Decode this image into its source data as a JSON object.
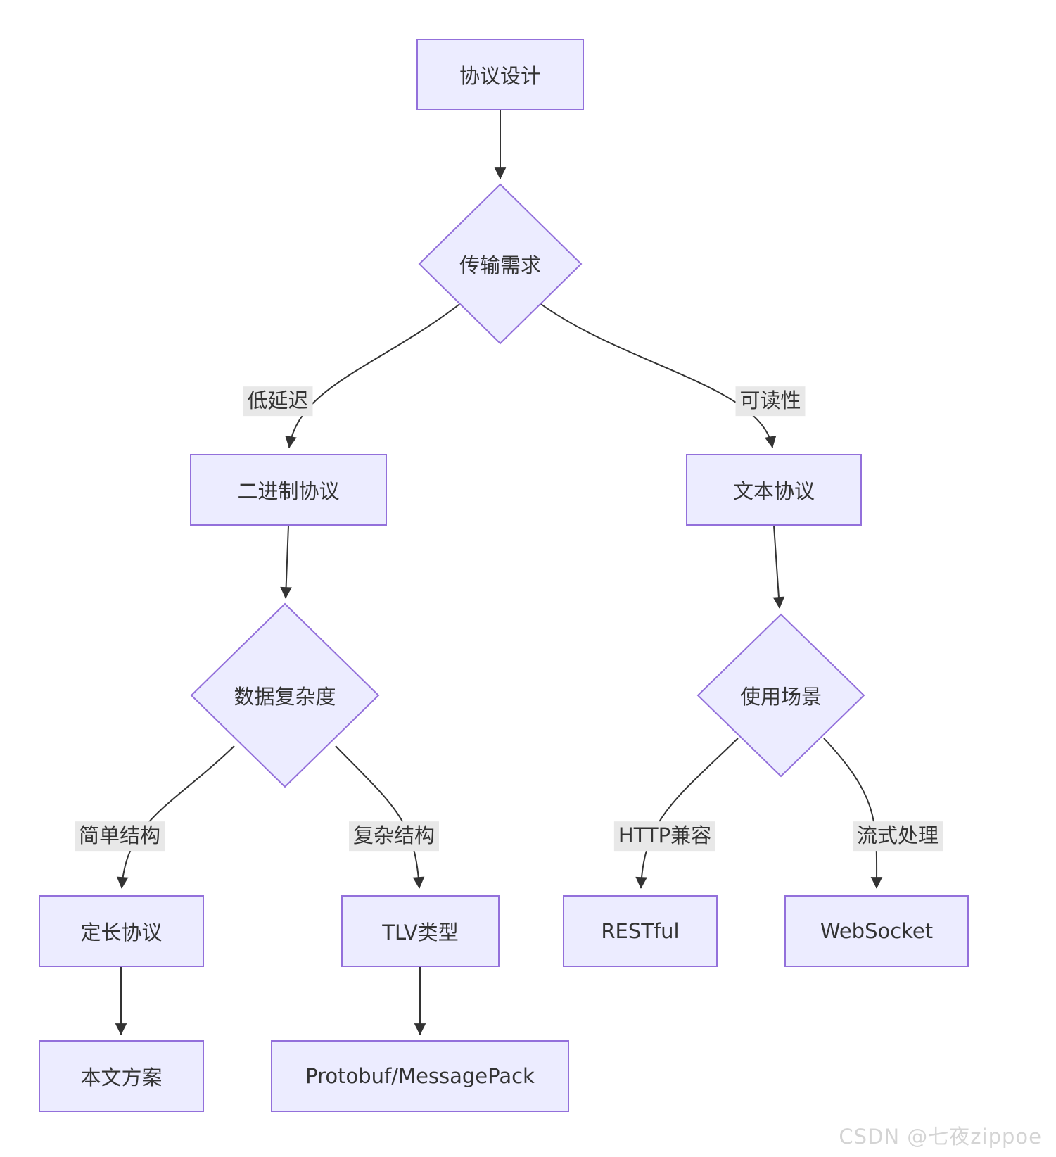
{
  "diagram": {
    "type": "flowchart",
    "colors": {
      "node_fill": "#ECECFF",
      "node_border": "#9370DB",
      "edge_line": "#333333",
      "edge_label_bg": "#e8e8e8",
      "text": "#333333",
      "watermark": "#d4d4d4"
    },
    "nodes": {
      "protocol_design": {
        "label": "协议设计",
        "shape": "rect"
      },
      "transport_demand": {
        "label": "传输需求",
        "shape": "diamond"
      },
      "binary_protocol": {
        "label": "二进制协议",
        "shape": "rect"
      },
      "text_protocol": {
        "label": "文本协议",
        "shape": "rect"
      },
      "data_complexity": {
        "label": "数据复杂度",
        "shape": "diamond"
      },
      "usage_scenario": {
        "label": "使用场景",
        "shape": "diamond"
      },
      "fixed_length": {
        "label": "定长协议",
        "shape": "rect"
      },
      "tlv_type": {
        "label": "TLV类型",
        "shape": "rect"
      },
      "restful": {
        "label": "RESTful",
        "shape": "rect"
      },
      "websocket": {
        "label": "WebSocket",
        "shape": "rect"
      },
      "this_paper": {
        "label": "本文方案",
        "shape": "rect"
      },
      "protobuf": {
        "label": "Protobuf/MessagePack",
        "shape": "rect"
      }
    },
    "edges": [
      {
        "from": "protocol_design",
        "to": "transport_demand",
        "label": ""
      },
      {
        "from": "transport_demand",
        "to": "binary_protocol",
        "label": "低延迟"
      },
      {
        "from": "transport_demand",
        "to": "text_protocol",
        "label": "可读性"
      },
      {
        "from": "binary_protocol",
        "to": "data_complexity",
        "label": ""
      },
      {
        "from": "text_protocol",
        "to": "usage_scenario",
        "label": ""
      },
      {
        "from": "data_complexity",
        "to": "fixed_length",
        "label": "简单结构"
      },
      {
        "from": "data_complexity",
        "to": "tlv_type",
        "label": "复杂结构"
      },
      {
        "from": "usage_scenario",
        "to": "restful",
        "label": "HTTP兼容"
      },
      {
        "from": "usage_scenario",
        "to": "websocket",
        "label": "流式处理"
      },
      {
        "from": "fixed_length",
        "to": "this_paper",
        "label": ""
      },
      {
        "from": "tlv_type",
        "to": "protobuf",
        "label": ""
      }
    ],
    "watermark": "CSDN @七夜zippoe"
  }
}
